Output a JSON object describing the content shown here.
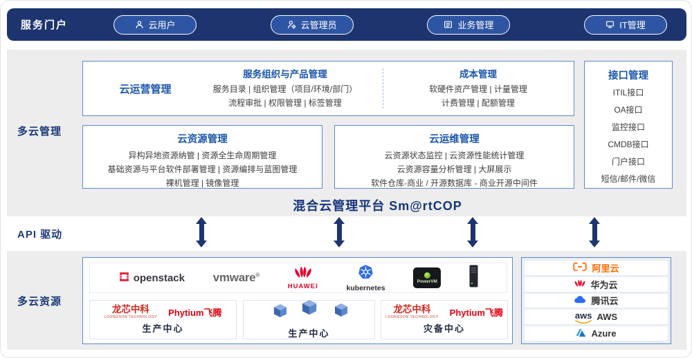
{
  "colors": {
    "navy": "#1d346f",
    "pill_blue": "#2e55a3",
    "band_gray": "#ededed",
    "box_border": "#5c88cc",
    "title_blue": "#1a56ad",
    "platform_navy": "#17357d",
    "openstack_red": "#e52441",
    "vmware_gray": "#696566",
    "huawei_red": "#e4002b",
    "kubernetes_blue": "#326ce5",
    "loongson_red": "#d5281e",
    "phytium_red": "#e60012",
    "alibaba_orange": "#ff6a00",
    "tencent_blue": "#2b6def",
    "aws_orange": "#ff9900",
    "azure_blue": "#2f87d4"
  },
  "portal": {
    "label": "服务门户",
    "buttons": [
      {
        "label": "云用户",
        "icon": "user-icon"
      },
      {
        "label": "云管理员",
        "icon": "admin-user-icon"
      },
      {
        "label": "业务管理",
        "icon": "business-doc-icon"
      },
      {
        "label": "IT管理",
        "icon": "it-monitor-icon"
      }
    ]
  },
  "management": {
    "label": "多云管理",
    "operation_box": {
      "title": "云运营管理",
      "service_org": {
        "title": "服务组织与产品管理",
        "lines": [
          "服务目录 | 组织管理（项目/环境/部门）",
          "流程审批 | 权限管理 | 标签管理"
        ]
      },
      "cost": {
        "title": "成本管理",
        "lines": [
          "软硬件资产管理 | 计量管理",
          "计费管理 | 配额管理"
        ]
      }
    },
    "resource_box": {
      "title": "云资源管理",
      "lines": [
        "异构异地资源纳管 | 资源全生命周期管理",
        "基础资源与平台软件部署管理 | 资源编排与蓝图管理",
        "裸机管理 | 镜像管理"
      ]
    },
    "ops_box": {
      "title": "云运维管理",
      "lines": [
        "云资源状态监控 | 云资源性能统计管理",
        "云资源容量分析管理 | 大屏展示",
        "软件仓库-商业 / 开源数据库 - 商业开源中间件"
      ]
    },
    "interface_box": {
      "title": "接口管理",
      "items": [
        "ITIL接口",
        "OA接口",
        "监控接口",
        "CMDB接口",
        "门户接口",
        "短信/邮件/微信"
      ]
    },
    "platform_title": "混合云管理平台 Sm@rtCOP"
  },
  "api": {
    "label": "API 驱动"
  },
  "resources": {
    "label": "多云资源",
    "vendors": {
      "openstack": "openstack",
      "vmware": "vmware",
      "vmware_reg": "®",
      "huawei": "HUAWEI",
      "kubernetes": "kubernetes",
      "powervm": "PowerVM"
    },
    "centers": [
      {
        "label": "生产中心",
        "loongson": "龙芯中科",
        "loongson_sub": "LOONGSON TECHNOLOGY",
        "phytium": "Phytium飞腾"
      },
      {
        "label": "生产中心"
      },
      {
        "label": "灾备中心",
        "loongson": "龙芯中科",
        "loongson_sub": "LOONGSON TECHNOLOGY",
        "phytium": "Phytium飞腾"
      }
    ],
    "clouds": [
      {
        "label": "阿里云"
      },
      {
        "label": "华为云"
      },
      {
        "label": "腾讯云"
      },
      {
        "label": "AWS",
        "mark": "aws"
      },
      {
        "label": "Azure"
      }
    ]
  }
}
